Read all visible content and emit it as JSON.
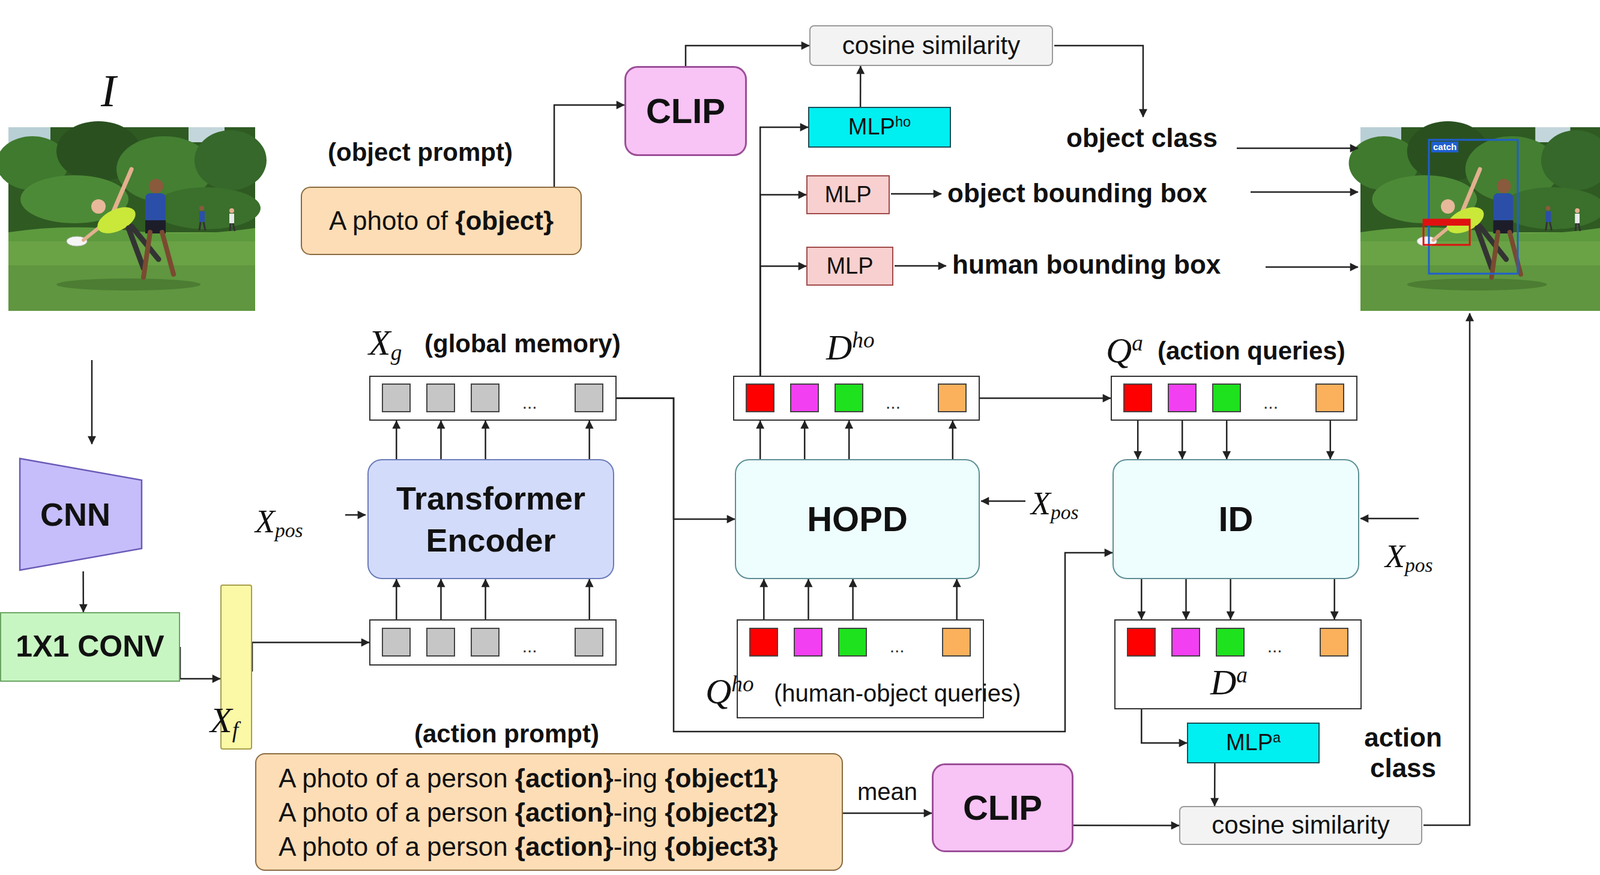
{
  "diagram": {
    "nodes": [
      {
        "text": [
          "cosine similarity"
        ]
      },
      {
        "text": [
          "CLIP"
        ]
      },
      {
        "text": [
          "MLPho"
        ]
      },
      {
        "text": [
          "(object prompt)",
          "A photo of {object}"
        ]
      },
      {
        "text": [
          "MLP"
        ]
      },
      {
        "text": [
          "MLP"
        ]
      },
      {
        "text": [
          "Xg",
          "(global memory)",
          "..."
        ]
      },
      {
        "text": [
          "Dho",
          "..."
        ]
      },
      {
        "text": [
          "Qa",
          "(action queries)",
          "..."
        ]
      },
      {
        "text": [
          "CNN"
        ]
      },
      {
        "text": [
          "Transformer Encoder"
        ]
      },
      {
        "text": [
          "HOPD"
        ]
      },
      {
        "text": [
          "ID"
        ]
      },
      {
        "text": [
          "1X1 CONV"
        ]
      },
      {
        "text": [
          "Xf"
        ]
      },
      {
        "text": [
          "..."
        ]
      },
      {
        "text": [
          "...",
          "Qho",
          "(human-object queries)"
        ]
      },
      {
        "text": [
          "...",
          "Da"
        ]
      },
      {
        "text": [
          "MLPa"
        ]
      },
      {
        "text": [
          "(action prompt)",
          "A photo of a person {action}-ing {object1}",
          "A photo of a person {action}-ing {object2}",
          "A photo of a person {action}-ing {object3}"
        ]
      },
      {
        "text": [
          "CLIP"
        ]
      },
      {
        "text": [
          "cosine similarity"
        ]
      }
    ],
    "edges": [
      {
        "from": 9,
        "to": 13,
        "arrow": "to"
      },
      {
        "from": 13,
        "to": 14,
        "arrow": "to"
      },
      {
        "from": 14,
        "to": 15,
        "arrow": "to"
      },
      {
        "from": 15,
        "to": 10,
        "arrow": "to"
      },
      {
        "from": 10,
        "to": 6,
        "arrow": "to"
      },
      {
        "from": 6,
        "to": 11,
        "arrow": "to"
      },
      {
        "from": 6,
        "to": 12,
        "arrow": "to"
      },
      {
        "from": 16,
        "to": 11,
        "arrow": "to"
      },
      {
        "from": 11,
        "to": 7,
        "arrow": "to"
      },
      {
        "from": 7,
        "to": 8,
        "arrow": "to"
      },
      {
        "from": 8,
        "to": 12,
        "arrow": "to"
      },
      {
        "from": 12,
        "to": 17,
        "arrow": "to"
      },
      {
        "from": 17,
        "to": 18,
        "arrow": "to"
      },
      {
        "from": 18,
        "to": 21,
        "arrow": "to"
      },
      {
        "from": 20,
        "to": 21,
        "arrow": "to"
      },
      {
        "from": 19,
        "to": 20,
        "label": "mean",
        "arrow": "to"
      },
      {
        "from": 7,
        "to": 2,
        "arrow": "to"
      },
      {
        "from": 7,
        "to": 4,
        "arrow": "to"
      },
      {
        "from": 7,
        "to": 5,
        "arrow": "to"
      },
      {
        "from": 2,
        "to": 0,
        "arrow": "to"
      },
      {
        "from": 1,
        "to": 0,
        "arrow": "to"
      },
      {
        "from": 3,
        "to": 1,
        "arrow": "to"
      }
    ],
    "labels": [
      "I",
      "Xpos",
      "Xpos",
      "Xpos",
      "object class",
      "object bounding box",
      "human bounding box",
      "action class",
      "catch"
    ]
  }
}
